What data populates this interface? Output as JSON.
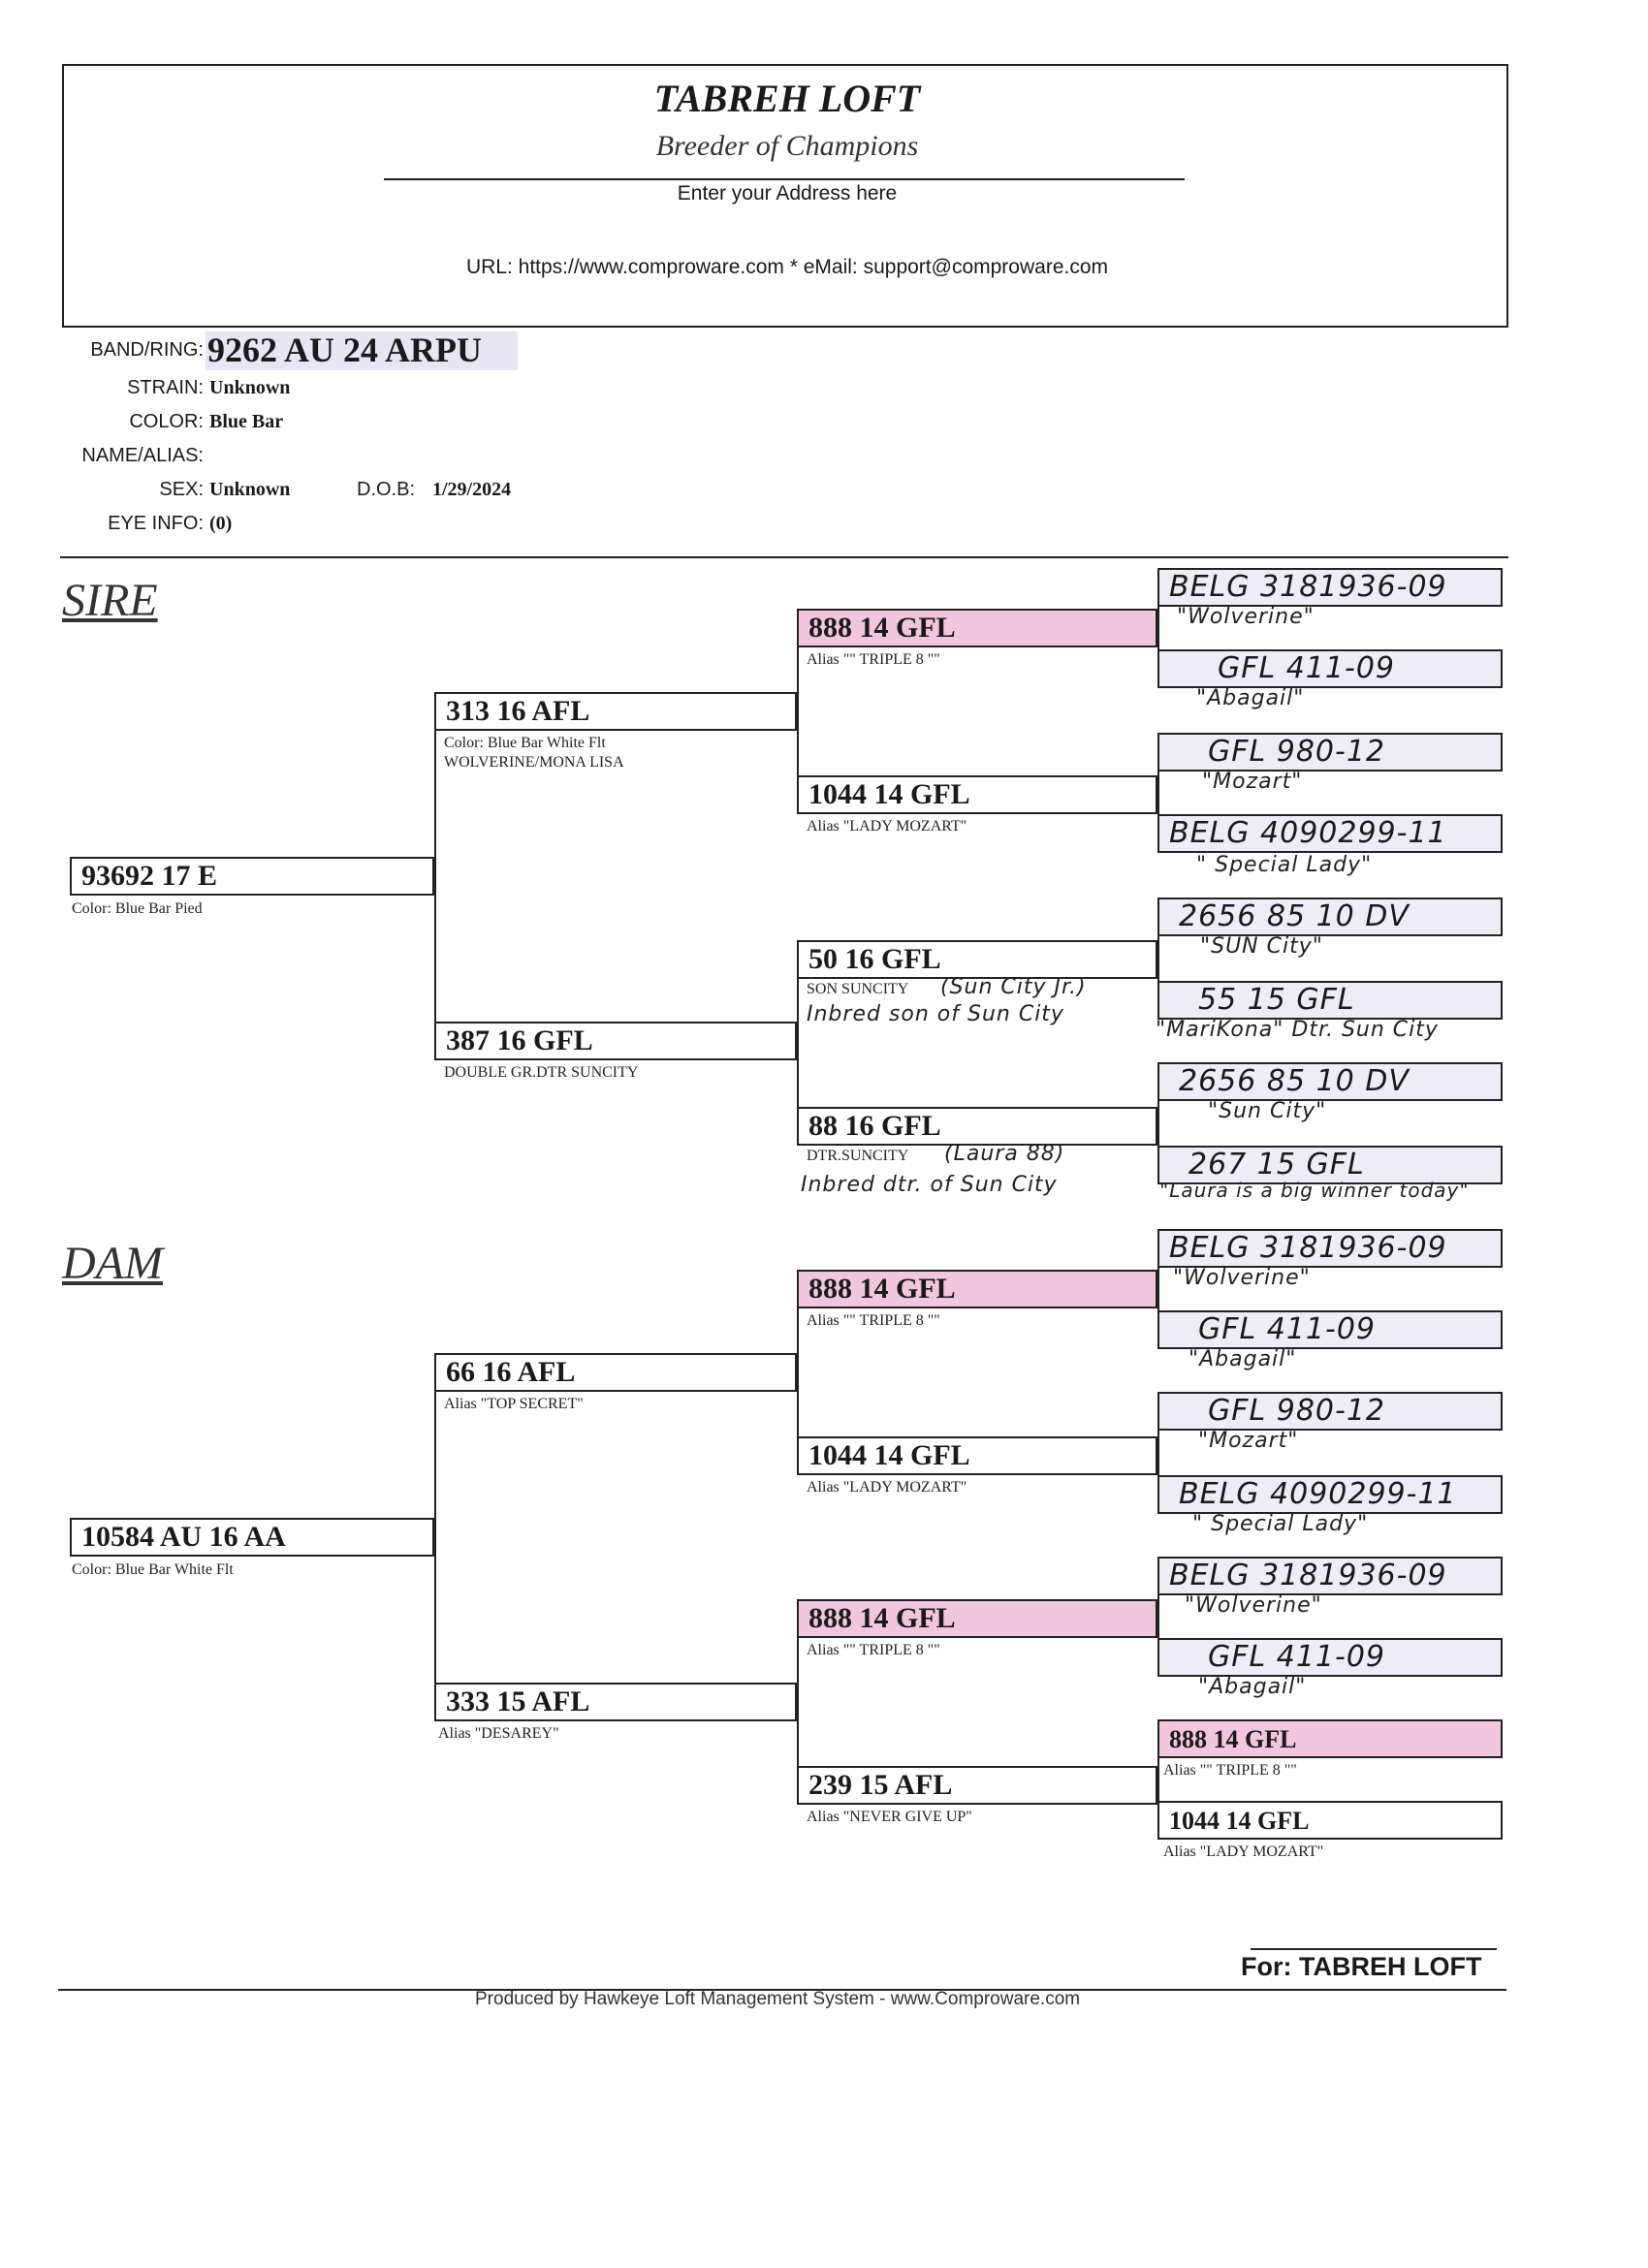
{
  "header": {
    "loft_name": "TABREH LOFT",
    "tagline": "Breeder of Champions",
    "address": "Enter your Address here",
    "url_line": "URL: https://www.comproware.com * eMail: support@comproware.com"
  },
  "bird": {
    "band_label": "BAND/RING:",
    "band": "9262 AU 24 ARPU",
    "strain_label": "STRAIN:",
    "strain": "Unknown",
    "color_label": "COLOR:",
    "color": "Blue Bar",
    "name_label": "NAME/ALIAS:",
    "sex_label": "SEX:",
    "sex": "Unknown",
    "dob_label": "D.O.B:",
    "dob": "1/29/2024",
    "eye_label": "EYE INFO:",
    "eye": "(0)"
  },
  "sections": {
    "sire": "SIRE",
    "dam": "DAM"
  },
  "sire": {
    "main": {
      "band": "93692 17 E",
      "info": "Color: Blue Bar Pied"
    },
    "father": {
      "band": "313 16 AFL",
      "info1": "Color: Blue Bar White Flt",
      "info2": "WOLVERINE/MONA LISA"
    },
    "mother": {
      "band": "387 16 GFL",
      "info1": "DOUBLE GR.DTR SUNCITY"
    },
    "gen3": [
      {
        "band": "888 14 GFL",
        "info": "Alias \"\" TRIPLE 8 \"\""
      },
      {
        "band": "1044 14 GFL",
        "info": "Alias \"LADY MOZART\""
      },
      {
        "band": "50 16 GFL",
        "info": "SON SUNCITY",
        "note1": "(Sun City Jr.)",
        "note2": "Inbred son of Sun City"
      },
      {
        "band": "88 16 GFL",
        "info": "DTR.SUNCITY",
        "note1": "(Laura 88)",
        "note2": "Inbred dtr. of Sun City"
      }
    ],
    "gen4": [
      {
        "band": "BELG 3181936-09",
        "alias": "\"Wolverine\""
      },
      {
        "band": "GFL 411-09",
        "alias": "\"Abagail\""
      },
      {
        "band": "GFL 980-12",
        "alias": "\"Mozart\""
      },
      {
        "band": "BELG 4090299-11",
        "alias": "\" Special Lady\""
      },
      {
        "band": "2656 85 10 DV",
        "alias": "\"SUN City\""
      },
      {
        "band": "55 15 GFL",
        "alias": "\"MariKona\" Dtr. Sun City"
      },
      {
        "band": "2656 85 10 DV",
        "alias": "\"Sun City\""
      },
      {
        "band": "267 15 GFL",
        "alias": "\"Laura is a big winner today\""
      }
    ]
  },
  "dam": {
    "main": {
      "band": "10584 AU 16 AA",
      "info": "Color: Blue Bar White Flt"
    },
    "father": {
      "band": "66 16 AFL",
      "info1": "Alias \"TOP SECRET\""
    },
    "mother": {
      "band": "333 15 AFL",
      "info1": "Alias \"DESAREY\""
    },
    "gen3": [
      {
        "band": "888 14 GFL",
        "info": "Alias \"\" TRIPLE 8 \"\""
      },
      {
        "band": "1044 14 GFL",
        "info": "Alias \"LADY MOZART\""
      },
      {
        "band": "888 14 GFL",
        "info": "Alias \"\" TRIPLE 8 \"\""
      },
      {
        "band": "239 15 AFL",
        "info": "Alias \"NEVER GIVE UP\""
      }
    ],
    "gen4": [
      {
        "band": "BELG 3181936-09",
        "alias": "\"Wolverine\""
      },
      {
        "band": "GFL 411-09",
        "alias": "\"Abagail\""
      },
      {
        "band": "GFL 980-12",
        "alias": "\"Mozart\""
      },
      {
        "band": "BELG 4090299-11",
        "alias": "\" Special Lady\""
      },
      {
        "band": "BELG 3181936-09",
        "alias": "\"Wolverine\""
      },
      {
        "band": "GFL 411-09",
        "alias": "\"Abagail\""
      },
      {
        "band": "888 14 GFL",
        "info": "Alias \"\" TRIPLE 8 \"\""
      },
      {
        "band": "1044 14 GFL",
        "info": "Alias \"LADY MOZART\""
      }
    ]
  },
  "footer": {
    "for_loft": "For: TABREH LOFT",
    "produced_by": "Produced by Hawkeye Loft Management System - www.Comproware.com"
  }
}
